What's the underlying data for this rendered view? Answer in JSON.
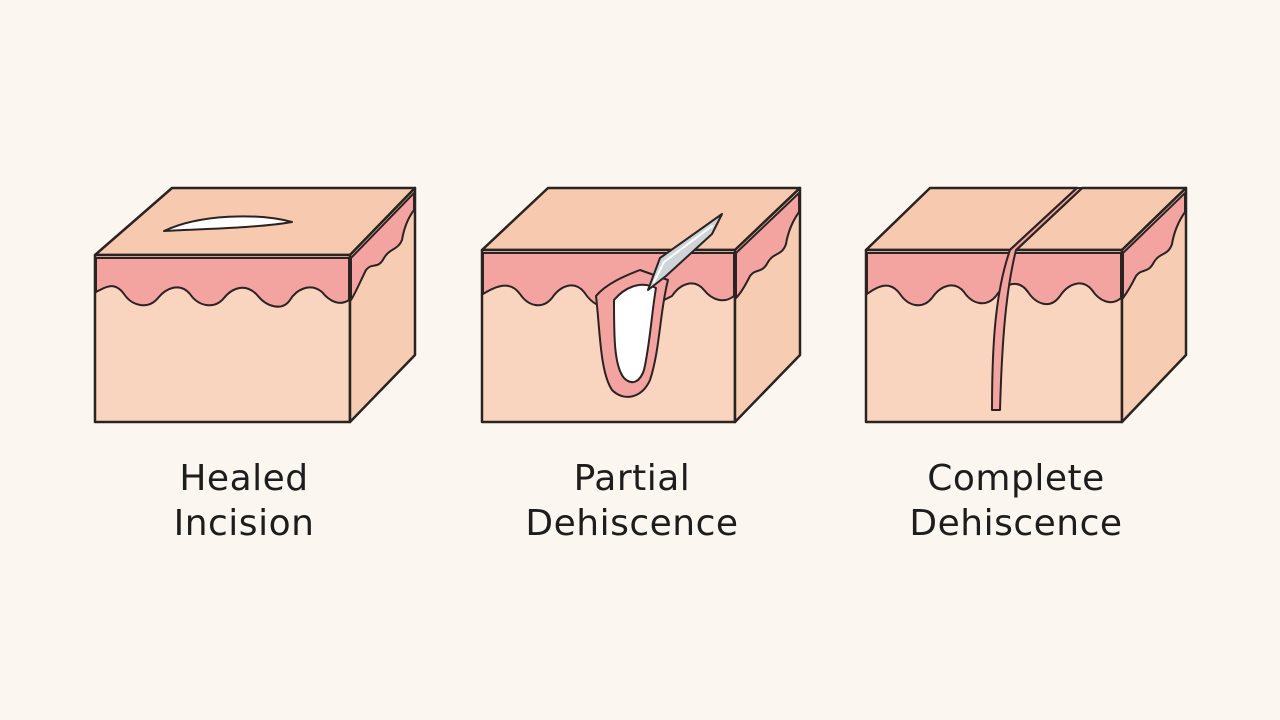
{
  "colors": {
    "background": "#fbf7f0",
    "skin_surface": "#f7c9ae",
    "skin_front": "#f9d5c0",
    "skin_side": "#f6ccb3",
    "dermis_band": "#f3a3a0",
    "wound_interior": "#ffffff",
    "needle": "#cfd4d8",
    "outline": "#2b2322"
  },
  "panels": [
    {
      "id": "healed",
      "caption_line1": "Healed",
      "caption_line2": "Incision"
    },
    {
      "id": "partial",
      "caption_line1": "Partial",
      "caption_line2": "Dehiscence"
    },
    {
      "id": "complete",
      "caption_line1": "Complete",
      "caption_line2": "Dehiscence"
    }
  ]
}
